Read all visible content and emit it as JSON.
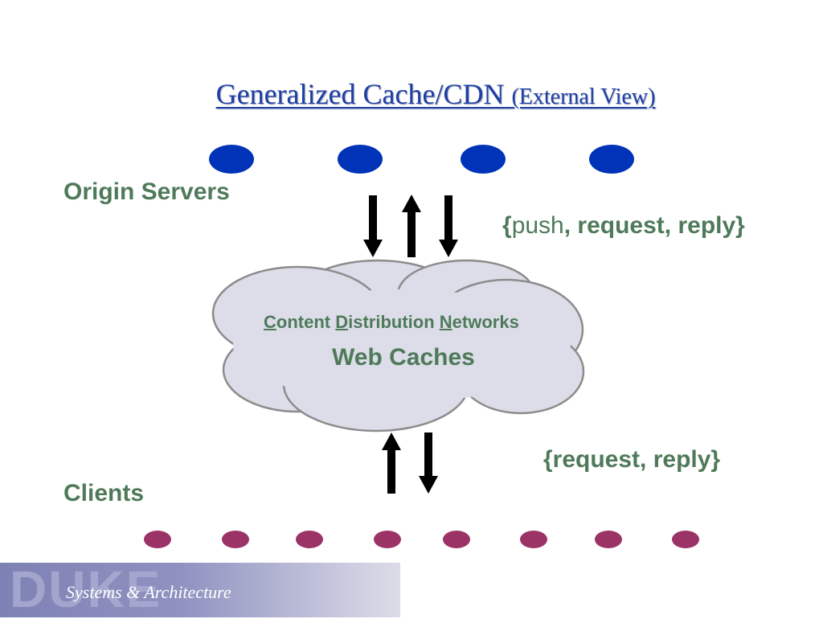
{
  "title": {
    "main": "Generalized Cache/CDN",
    "sub": "(External View)"
  },
  "labels": {
    "origin_servers": "Origin Servers",
    "clients": "Clients",
    "upper_ops_open": "{",
    "upper_ops_push": "push",
    "upper_ops_rest": ", request, reply}",
    "lower_ops": "{request, reply}"
  },
  "cloud": {
    "c1_initial": "C",
    "c1_rest": "ontent ",
    "c2_initial": "D",
    "c2_rest": "istribution ",
    "c3_initial": "N",
    "c3_rest": "etworks",
    "line2": "Web Caches"
  },
  "footer": {
    "logo": "DUKE",
    "tagline": "Systems & Architecture"
  },
  "colors": {
    "title": "#1f3fa6",
    "label": "#4f7a5a",
    "server_node": "#0033b8",
    "client_node": "#9c3366",
    "cloud_fill": "#dcdde9",
    "cloud_stroke": "#8c8c8c"
  }
}
